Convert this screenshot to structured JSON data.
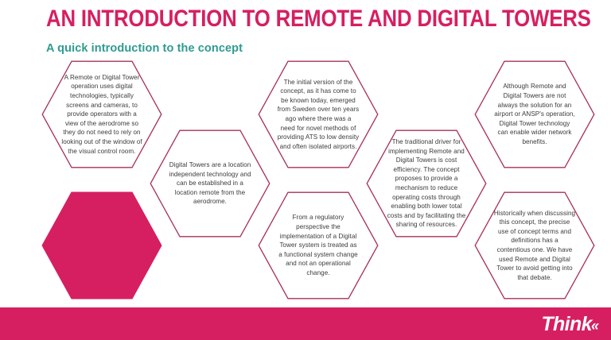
{
  "header": {
    "title": "AN INTRODUCTION TO REMOTE AND DIGITAL TOWERS",
    "subtitle": "A quick introduction to the concept"
  },
  "colors": {
    "brand_pink": "#D61F61",
    "hex_outline": "#A8305A",
    "subtitle_teal": "#2E9B90",
    "body_text": "#3C3A3B",
    "footer_band": "#D61F61",
    "logo_text": "#FFFFFF"
  },
  "hexagons": [
    {
      "id": "hex-remote-digital-tower-definition",
      "text": "A Remote or Digital Tower operation uses digital technologies, typically screens and cameras, to provide operators with a view of the aerodrome so they do not need to rely on looking out of the window of the visual control room.",
      "filled": false
    },
    {
      "id": "hex-location-independent",
      "text": "Digital Towers are a location independent technology and can be established in a location remote from the aerodrome.",
      "filled": false
    },
    {
      "id": "hex-sweden-origin",
      "text": "The initial version of the concept, as it has come to be known today, emerged from Sweden over ten years ago where there was a need for novel methods of providing ATS to low density and often isolated airports.",
      "filled": false
    },
    {
      "id": "hex-cost-efficiency",
      "text": "The traditional driver for implementing Remote and Digital Towers is cost efficiency. The concept proposes to provide a mechanism to reduce operating costs through enabling both lower total costs and by facilitating the sharing of resources.",
      "filled": false
    },
    {
      "id": "hex-not-always-solution",
      "text": "Although Remote and Digital Towers are not always the solution for an airport or ANSP's operation, Digital Tower technology can enable wider network benefits.",
      "filled": false
    },
    {
      "id": "hex-regulatory-perspective",
      "text": "From a regulatory perspective the implementation of a Digital Tower system is treated as a functional system change and not an operational change.",
      "filled": false
    },
    {
      "id": "hex-terminology-debate",
      "text": "Historically when discussing this concept, the precise use of concept terms and definitions has a contentious one. We have used Remote and Digital Tower to avoid getting into that debate.",
      "filled": false
    },
    {
      "id": "hex-accent-solid",
      "text": "",
      "filled": true
    }
  ],
  "footer": {
    "logo_word": "Think",
    "logo_mark": "«"
  }
}
